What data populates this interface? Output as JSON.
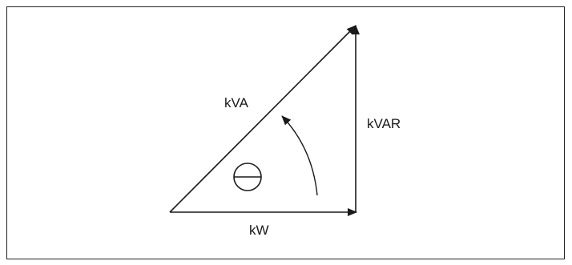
{
  "diagram": {
    "labels": {
      "hypotenuse": "kVA",
      "vertical": "kVAR",
      "horizontal": "kW"
    },
    "colors": {
      "stroke": "#1a1a1a",
      "border": "#222222",
      "background": "#ffffff"
    }
  }
}
